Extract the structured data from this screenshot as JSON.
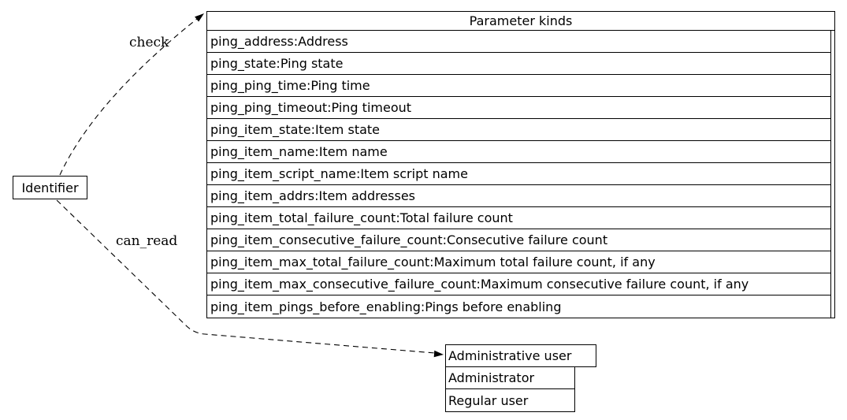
{
  "identifier_node": {
    "label": "Identifier"
  },
  "edges": [
    {
      "label": "check",
      "from": "Identifier",
      "to": "Parameter kinds",
      "style": "dashed-arrow"
    },
    {
      "label": "can_read",
      "from": "Identifier",
      "to": "Administrative user",
      "style": "dashed-arrow"
    }
  ],
  "parameter_table": {
    "title": "Parameter kinds",
    "rows": [
      "ping_address:Address",
      "ping_state:Ping state",
      "ping_ping_time:Ping time",
      "ping_ping_timeout:Ping timeout",
      "ping_item_state:Item state",
      "ping_item_name:Item name",
      "ping_item_script_name:Item script name",
      "ping_item_addrs:Item addresses",
      "ping_item_total_failure_count:Total failure count",
      "ping_item_consecutive_failure_count:Consecutive failure count",
      "ping_item_max_total_failure_count:Maximum total failure count, if any",
      "ping_item_max_consecutive_failure_count:Maximum consecutive failure count, if any",
      "ping_item_pings_before_enabling:Pings before enabling"
    ]
  },
  "user_table": {
    "title": "Administrative user",
    "rows": [
      "Administrator",
      "Regular user"
    ]
  },
  "colors": {
    "line": "#000000",
    "background": "#ffffff",
    "text": "#000000"
  }
}
